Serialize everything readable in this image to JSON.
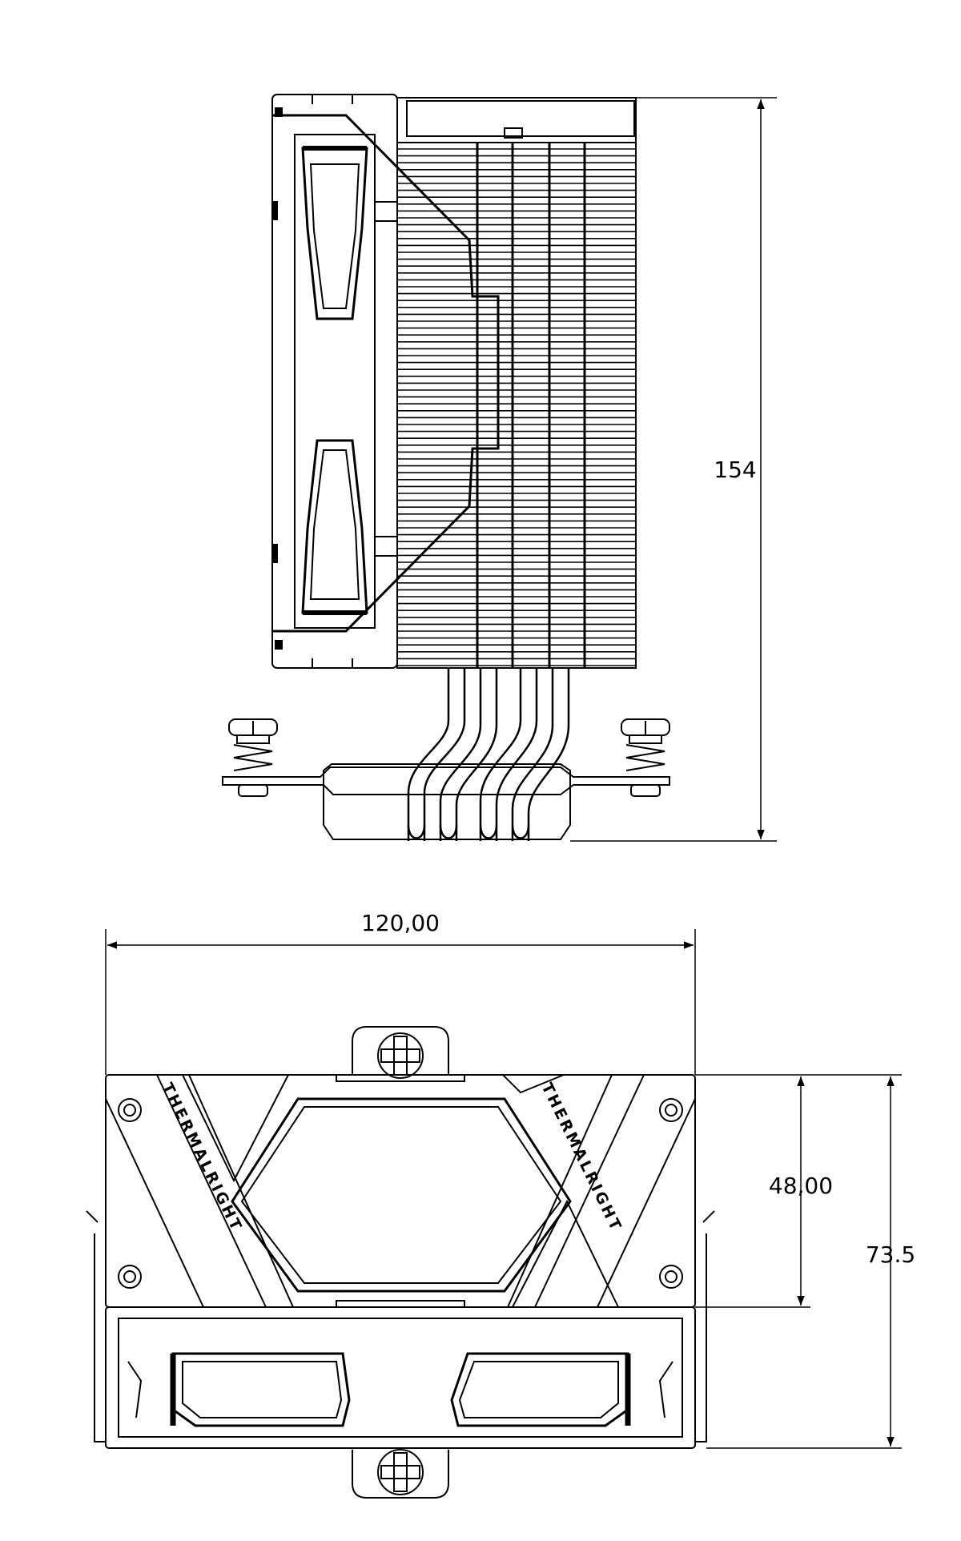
{
  "side_view": {
    "height_label": "154"
  },
  "top_view": {
    "width_label": "120,00",
    "heatsink_depth_label": "48,00",
    "total_depth_label": "73.5",
    "brand_left": "THERMALRIGHT",
    "brand_right": "THERMALRIGHT"
  },
  "colors": {
    "line": "#000000",
    "background": "#ffffff"
  }
}
